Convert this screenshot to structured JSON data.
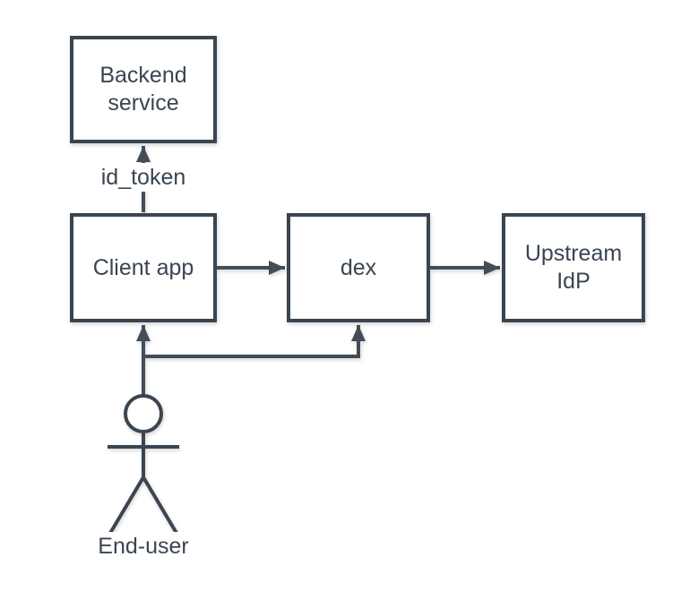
{
  "diagram": {
    "nodes": [
      {
        "name": "backend-service",
        "lines": [
          "Backend",
          "service"
        ]
      },
      {
        "name": "client-app",
        "lines": [
          "Client app"
        ]
      },
      {
        "name": "dex",
        "lines": [
          "dex"
        ]
      },
      {
        "name": "upstream-idp",
        "lines": [
          "Upstream",
          "IdP"
        ]
      }
    ],
    "edges": [
      {
        "from": "client-app",
        "to": "backend-service",
        "label": "id_token"
      },
      {
        "from": "client-app",
        "to": "dex"
      },
      {
        "from": "dex",
        "to": "upstream-idp"
      },
      {
        "from": "end-user",
        "to": "client-app"
      },
      {
        "from": "end-user",
        "to": "dex"
      }
    ],
    "actor": {
      "name": "end-user",
      "label": "End-user"
    },
    "colors": {
      "node_border": "#3A4551",
      "node_fill": "#FFFFFF",
      "edge": "#434D58",
      "text": "#3A4551",
      "background": "#FFFFFF"
    }
  }
}
